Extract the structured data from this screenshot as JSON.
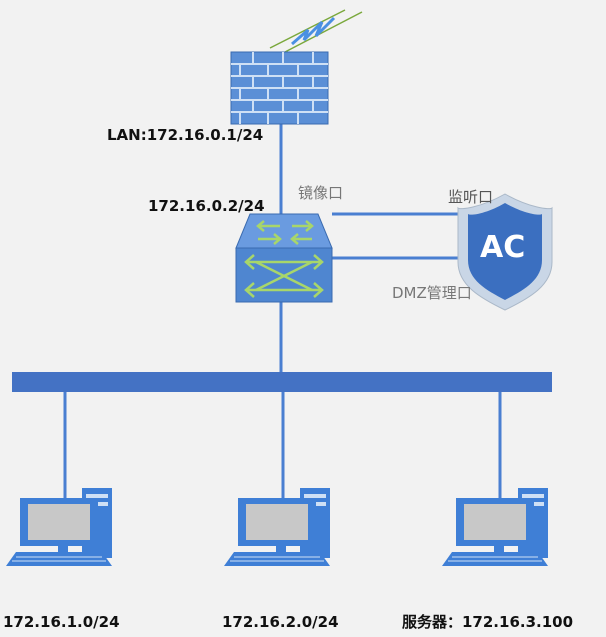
{
  "labels": {
    "firewall_ip": "LAN:172.16.0.1/24",
    "switch_ip": "172.16.0.2/24",
    "mirror_port": "镜像口",
    "listen_port": "监听口",
    "dmz_port": "DMZ管理口",
    "ac_text": "AC",
    "pc1_ip": "172.16.1.0/24",
    "pc2_ip": "172.16.2.0/24",
    "server_ip": "服务器：172.16.3.100"
  },
  "colors": {
    "line": "#4a7fd1",
    "bus": "#4472c4",
    "firewall": "#5b8fd6",
    "switch": "#4f86d0",
    "ac_shield": "#3b6fc0",
    "computer": "#3f7fd6"
  }
}
